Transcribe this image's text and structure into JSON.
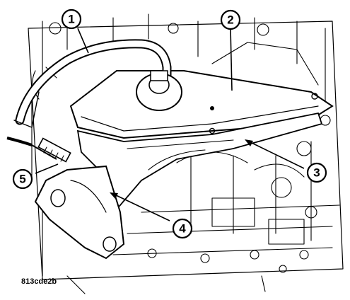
{
  "callouts": [
    {
      "id": "1",
      "label": "1"
    },
    {
      "id": "2",
      "label": "2"
    },
    {
      "id": "3",
      "label": "3"
    },
    {
      "id": "4",
      "label": "4"
    },
    {
      "id": "5",
      "label": "5"
    }
  ],
  "figure_id": "813cde2b"
}
